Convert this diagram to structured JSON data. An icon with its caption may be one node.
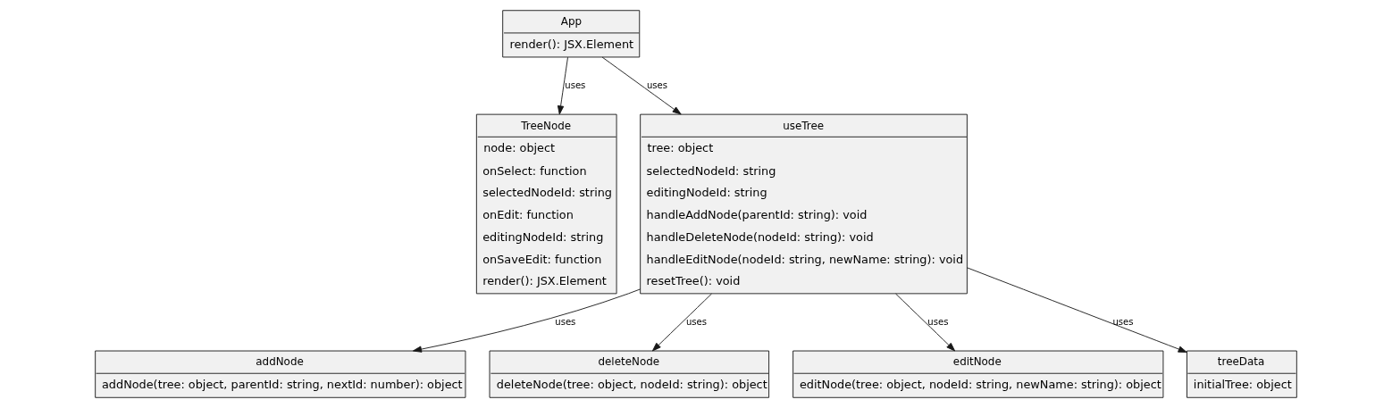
{
  "diagram": {
    "nodes": [
      {
        "text": [
          "App",
          "render(): JSX.Element"
        ]
      },
      {
        "text": [
          "TreeNode",
          "node: object",
          "onSelect: function",
          "selectedNodeId: string",
          "onEdit: function",
          "editingNodeId: string",
          "onSaveEdit: function",
          "render(): JSX.Element"
        ]
      },
      {
        "text": [
          "useTree",
          "tree: object",
          "selectedNodeId: string",
          "editingNodeId: string",
          "handleAddNode(parentId: string): void",
          "handleDeleteNode(nodeId: string): void",
          "handleEditNode(nodeId: string, newName: string): void",
          "resetTree(): void"
        ]
      },
      {
        "text": [
          "addNode",
          "addNode(tree: object, parentId: string, nextId: number): object"
        ]
      },
      {
        "text": [
          "deleteNode",
          "deleteNode(tree: object, nodeId: string): object"
        ]
      },
      {
        "text": [
          "editNode",
          "editNode(tree: object, nodeId: string, newName: string): object"
        ]
      },
      {
        "text": [
          "treeData",
          "initialTree: object"
        ]
      }
    ],
    "edges": [
      {
        "from": 0,
        "to": 1,
        "arrow": "to",
        "label": "uses"
      },
      {
        "from": 0,
        "to": 2,
        "arrow": "to",
        "label": "uses"
      },
      {
        "from": 2,
        "to": 3,
        "arrow": "to",
        "label": "uses"
      },
      {
        "from": 2,
        "to": 4,
        "arrow": "to",
        "label": "uses"
      },
      {
        "from": 2,
        "to": 5,
        "arrow": "to",
        "label": "uses"
      },
      {
        "from": 2,
        "to": 6,
        "arrow": "to",
        "label": "uses"
      }
    ]
  }
}
